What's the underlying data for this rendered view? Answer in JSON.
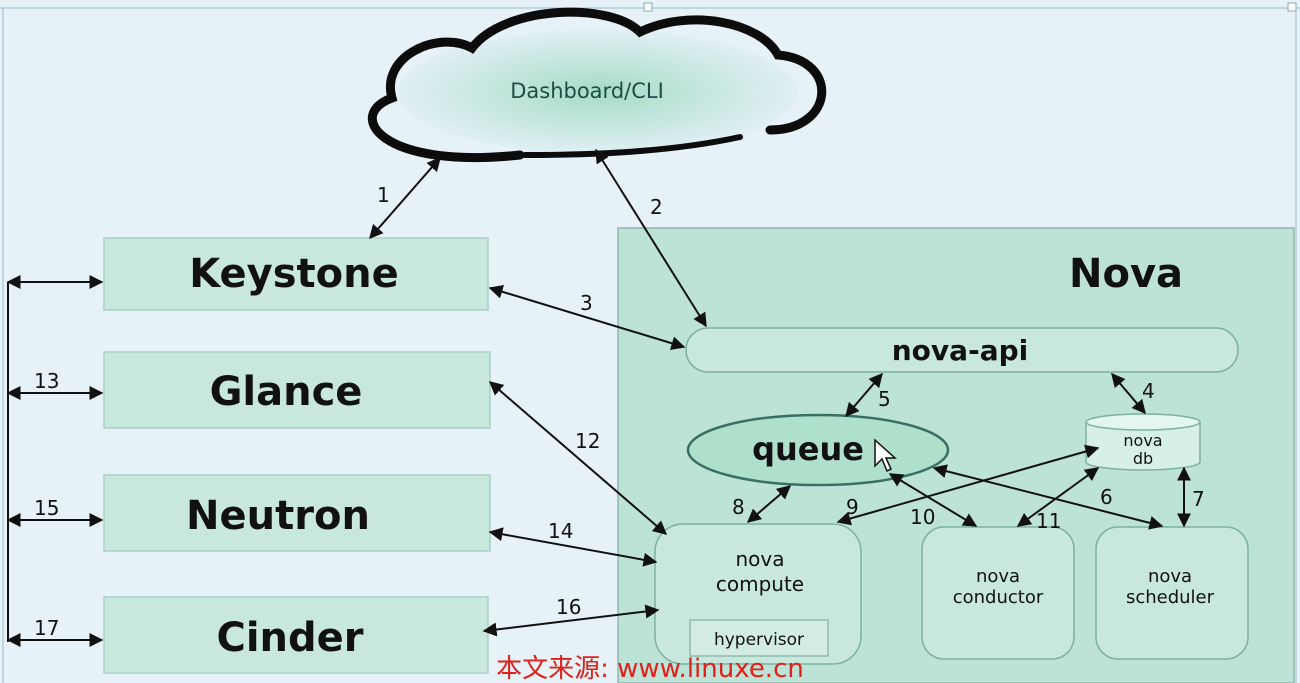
{
  "cloud": {
    "label": "Dashboard/CLI"
  },
  "services": {
    "keystone": "Keystone",
    "glance": "Glance",
    "neutron": "Neutron",
    "cinder": "Cinder"
  },
  "nova": {
    "title": "Nova",
    "api": "nova-api",
    "queue": "queue",
    "db_line1": "nova",
    "db_line2": "db",
    "compute_line1": "nova",
    "compute_line2": "compute",
    "hypervisor": "hypervisor",
    "conductor_line1": "nova",
    "conductor_line2": "conductor",
    "scheduler_line1": "nova",
    "scheduler_line2": "scheduler"
  },
  "steps": {
    "s1": "1",
    "s2": "2",
    "s3": "3",
    "s4": "4",
    "s5": "5",
    "s6": "6",
    "s7": "7",
    "s8": "8",
    "s9": "9",
    "s10": "10",
    "s11": "11",
    "s12": "12",
    "s13": "13",
    "s14": "14",
    "s15": "15",
    "s16": "16",
    "s17": "17"
  },
  "watermark": "本文来源: www.linuxe.cn",
  "colors": {
    "background": "#e6f1f8",
    "box_fill": "#c8e8dd",
    "nova_fill": "#bde2d6",
    "watermark": "#e0201a"
  }
}
